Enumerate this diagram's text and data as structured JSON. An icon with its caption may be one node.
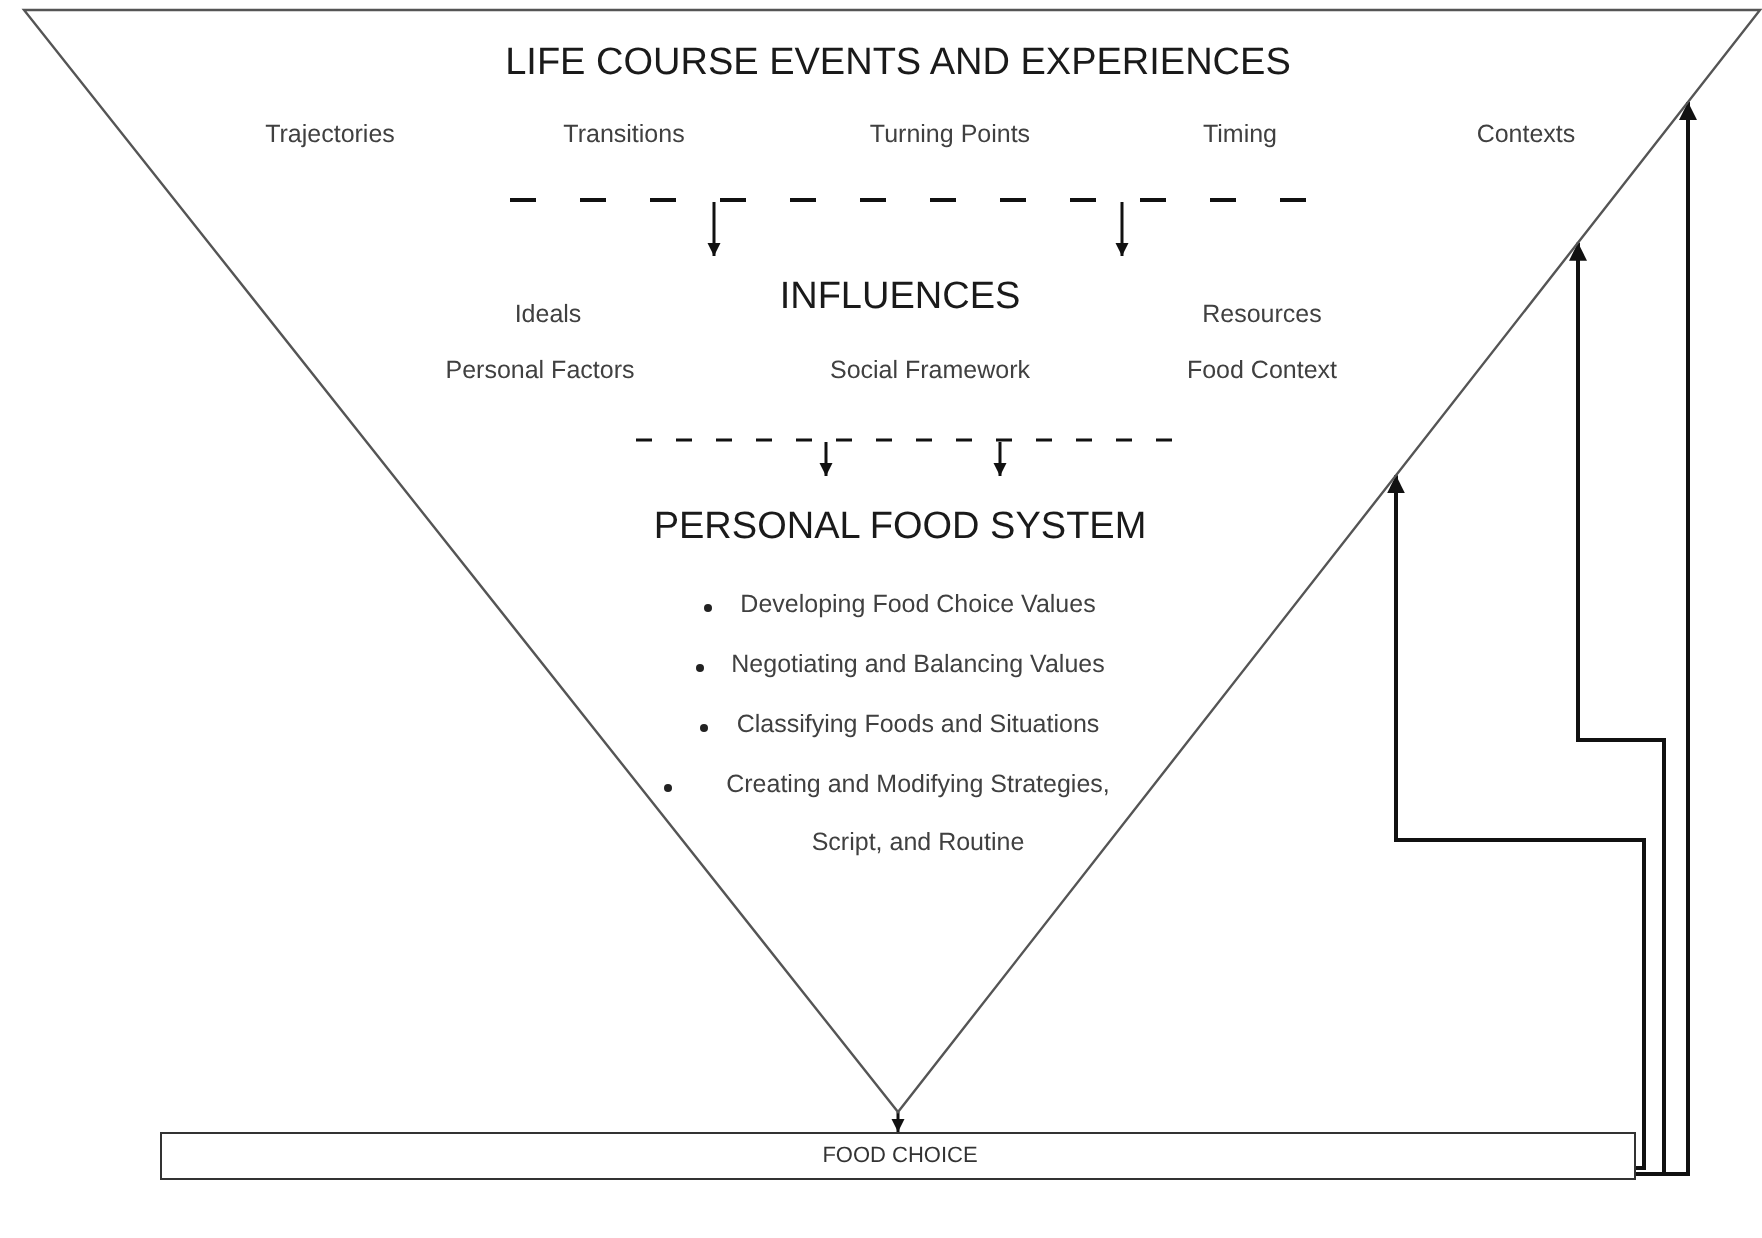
{
  "diagram": {
    "nodes": [
      {
        "text": [],
        "shape": "triangle"
      },
      {
        "text": [
          "LIFE COURSE EVENTS AND EXPERIENCES",
          "Trajectories",
          "Transitions",
          "Turning Points",
          "Timing",
          "Contexts"
        ],
        "in": 0
      },
      {
        "text": [
          "INFLUENCES",
          "Ideals",
          "Personal Factors",
          "Social Framework",
          "Resources",
          "Food Context"
        ],
        "in": 0
      },
      {
        "text": [
          "PERSONAL FOOD SYSTEM",
          "Developing Food Choice Values",
          "Negotiating and Balancing Values",
          "Classifying Foods and Situations",
          "Creating and Modifying Strategies, Script, and Routine"
        ],
        "in": 0
      },
      {
        "text": [
          "FOOD CHOICE"
        ]
      }
    ],
    "edges": [
      {
        "from": 1,
        "to": 2,
        "arrow": "to"
      },
      {
        "from": 1,
        "to": 2,
        "arrow": "to"
      },
      {
        "from": 2,
        "to": 3,
        "arrow": "to"
      },
      {
        "from": 2,
        "to": 3,
        "arrow": "to"
      },
      {
        "from": 0,
        "to": 4,
        "arrow": "to"
      },
      {
        "from": 4,
        "to": 0,
        "arrow": "to"
      },
      {
        "from": 4,
        "to": 0,
        "arrow": "to"
      },
      {
        "from": 4,
        "to": 0,
        "arrow": "to"
      }
    ]
  }
}
